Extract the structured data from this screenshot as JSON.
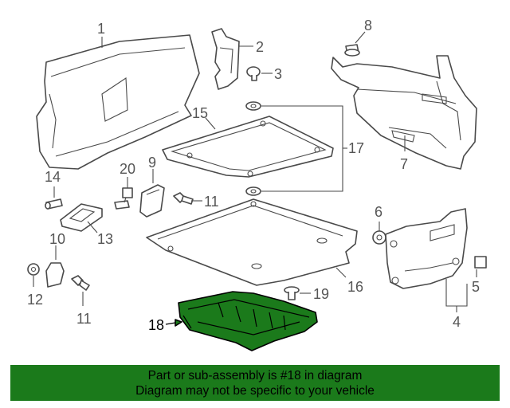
{
  "colors": {
    "highlight_fill": "#1b7a1b",
    "banner_background": "#1b7a1b",
    "outline": "#4a4a4a",
    "callout_text": "#555555"
  },
  "callouts": {
    "c1": "1",
    "c2": "2",
    "c3": "3",
    "c4": "4",
    "c5": "5",
    "c6": "6",
    "c7": "7",
    "c8": "8",
    "c9": "9",
    "c10": "10",
    "c11a": "11",
    "c11b": "11",
    "c12": "12",
    "c13": "13",
    "c14": "14",
    "c15": "15",
    "c16": "16",
    "c17": "17",
    "c18": "18",
    "c19": "19",
    "c20": "20"
  },
  "banner": {
    "line1": "Part or sub-assembly is #18 in diagram",
    "line2": "Diagram may not be specific to your vehicle"
  }
}
